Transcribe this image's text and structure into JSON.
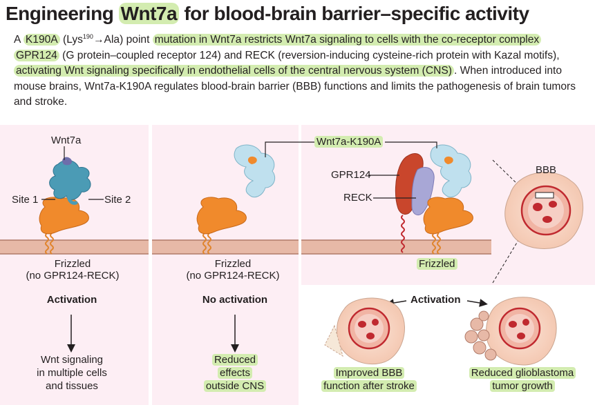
{
  "title": {
    "pre": "Engineering ",
    "hl": "Wnt7a",
    "post": " for blood-brain barrier–specific activity"
  },
  "intro": {
    "s1": "A ",
    "k": "K190A",
    "s2": " (Lys",
    "sup": "190",
    "s3": "→Ala) point ",
    "h1": "mutation in Wnt7a restricts Wnt7a signaling to cells with the co-receptor complex",
    "h2": "GPR124",
    "s4": " (G protein–coupled receptor 124) and RECK (reversion-inducing cysteine-rich protein with Kazal motifs), ",
    "h3": "activating Wnt signaling specifically in endothelial cells of the central nervous system (CNS)",
    "s5": ". When introduced into mouse brains, Wnt7a-K190A regulates blood-brain barrier (BBB) functions and limits the pathogenesis of brain tumors and stroke."
  },
  "panel1": {
    "wnt7a": "Wnt7a",
    "site1": "Site 1",
    "site2": "Site 2",
    "frizzled": "Frizzled",
    "sub": "(no GPR124-RECK)",
    "status": "Activation",
    "outcome": [
      "Wnt signaling",
      "in multiple cells",
      "and tissues"
    ]
  },
  "panel2": {
    "frizzled": "Frizzled",
    "sub": "(no GPR124-RECK)",
    "status": "No activation",
    "outcome": [
      "Reduced",
      "effects",
      "outside CNS"
    ]
  },
  "panel3": {
    "mutant": "Wnt7a-K190A",
    "gpr124": "GPR124",
    "reck": "RECK",
    "frizzled": "Frizzled",
    "status": "Activation",
    "bbb": "BBB",
    "left_outcome": [
      "Improved BBB",
      "function after stroke"
    ],
    "right_outcome": [
      "Reduced glioblastoma",
      "tumor growth"
    ]
  },
  "colors": {
    "highlight": "#d3ecb0",
    "panel_bg": "#fdeef4",
    "frizzled": "#f08a2c",
    "wnt": "#4b9bb5",
    "wnt_light": "#bfe0ee",
    "gpr124": "#c9462c",
    "reck": "#a8a7d6",
    "membrane": "#e7b9a7",
    "vessel": "#c0292f"
  }
}
